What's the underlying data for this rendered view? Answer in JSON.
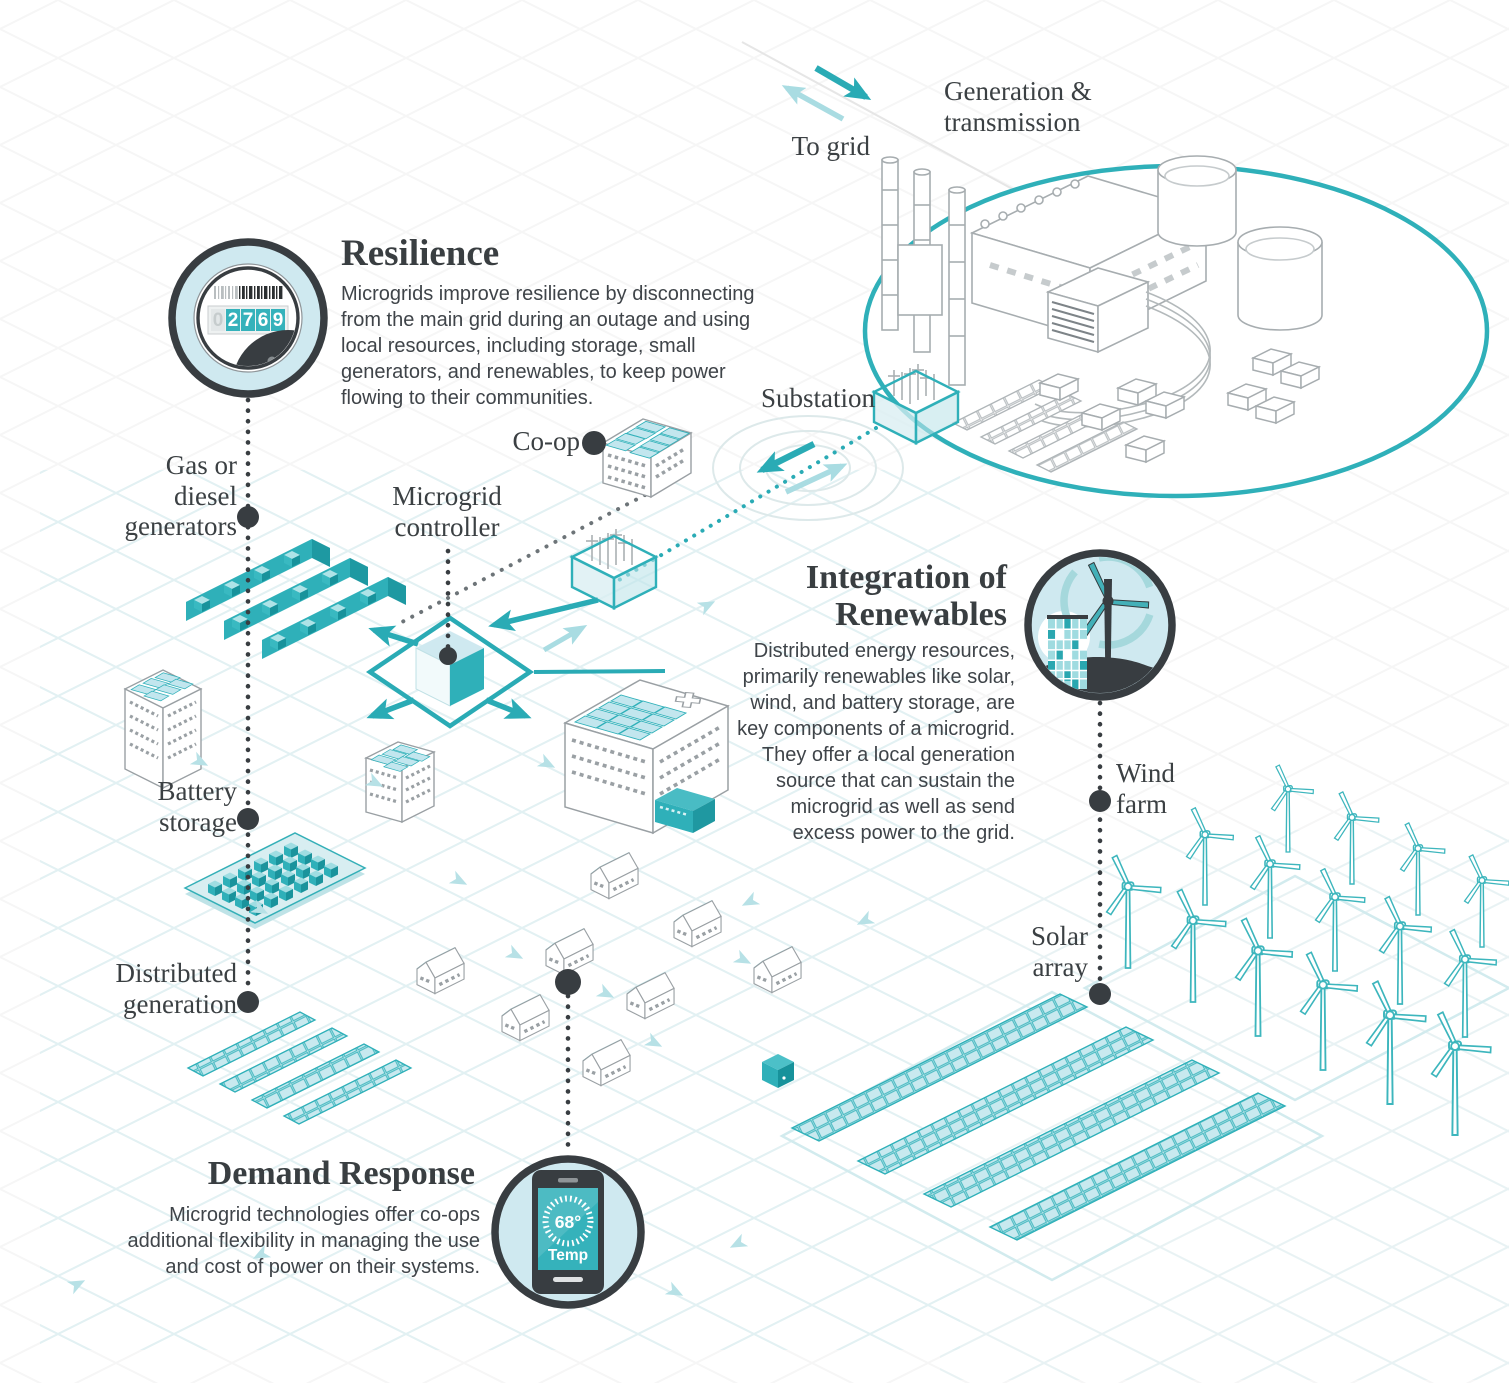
{
  "page": {
    "title": "Microgrid infographic"
  },
  "palette": {
    "teal": "#2aabb5",
    "teal_dark": "#1f98a1",
    "teal_light": "#a9dce2",
    "teal_pale": "#d6eef1",
    "icon_background": "#cfe9f0",
    "ink": "#383d41",
    "text": "#3f4449"
  },
  "sections": {
    "resilience": {
      "title": "Resilience",
      "body": "Microgrids improve resilience by disconnecting from the main grid during an outage and using local resources, including storage, small generators, and renewables, to keep power flowing to their communities.",
      "icon": "smart-meter-icon"
    },
    "integration": {
      "title": "Integration of\nRenewables",
      "body": "Distributed energy resources, primarily renewables like solar, wind, and battery storage, are key components of a microgrid. They offer a local generation source that can sustain the microgrid as well as send excess power to the grid.",
      "icon": "wind-turbine-solar-icon"
    },
    "demand_response": {
      "title": "Demand Response",
      "body": "Microgrid technologies offer co-ops additional flexibility in managing the use and cost of power on their systems.",
      "icon": "thermostat-phone-icon"
    }
  },
  "labels": {
    "to_grid": "To grid",
    "generation_transmission": "Generation &\ntransmission",
    "substation": "Substation",
    "coop": "Co-op",
    "microgrid_controller": "Microgrid\ncontroller",
    "gas_generators": "Gas or\ndiesel\ngenerators",
    "battery_storage": "Battery\nstorage",
    "distributed_generation": "Distributed\ngeneration",
    "wind_farm": "Wind\nfarm",
    "solar_array": "Solar\narray"
  },
  "meter": {
    "digits": [
      "0",
      "2",
      "7",
      "6",
      "9"
    ]
  },
  "thermostat": {
    "temperature": "68°",
    "caption": "Temp"
  },
  "icons": {
    "resilience": "smart-meter-icon",
    "integration": "wind-turbine-solar-icon",
    "demand_response": "thermostat-phone-icon",
    "controller": "microgrid-controller-icon",
    "substation": "substation-icon",
    "distribution_box": "distribution-box-icon",
    "power_plant": "power-plant-illustration"
  }
}
